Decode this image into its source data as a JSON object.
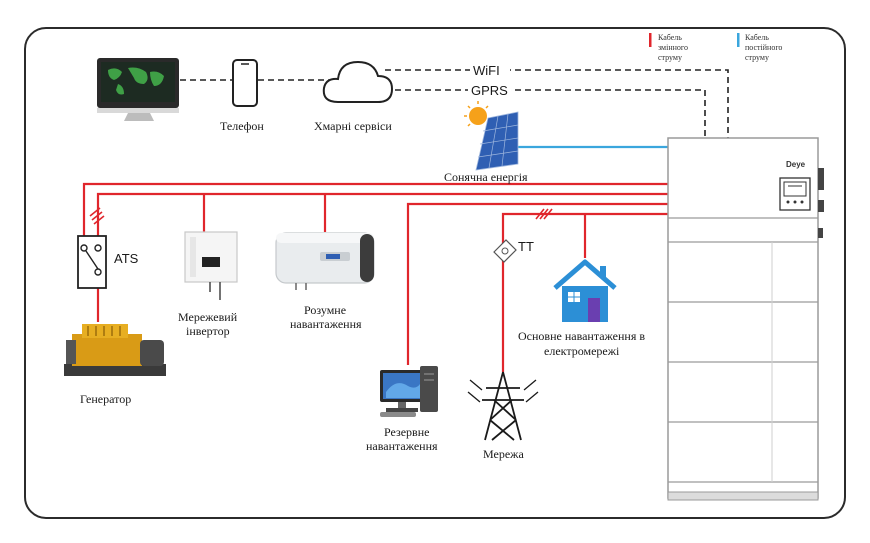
{
  "legend": {
    "ac_line1": "Кабель",
    "ac_line2": "змінного",
    "ac_line3": "струму",
    "dc_line1": "Кабель",
    "dc_line2": "постійного",
    "dc_line3": "струму",
    "ac_color": "#e0262c",
    "dc_color": "#3aa6dd"
  },
  "links": {
    "wifi": "WiFI",
    "gprs": "GPRS"
  },
  "nodes": {
    "phone": "Телефон",
    "cloud": "Хмарні сервіси",
    "solar": "Сонячна енергія",
    "ats": "ATS",
    "grid_inverter_1": "Мережевий",
    "grid_inverter_2": "інвертор",
    "smart_load_1": "Розумне",
    "smart_load_2": "навантаження",
    "generator": "Генератор",
    "backup_load_1": "Резервне",
    "backup_load_2": "навантаження",
    "ct": "TT",
    "main_load_1": "Основне навантаження в",
    "main_load_2": "електромережі",
    "grid": "Мережа",
    "inverter_brand": "Deye"
  },
  "icons": {
    "monitor": "monitor-world-map-icon",
    "phone": "smartphone-icon",
    "cloud": "cloud-icon",
    "solar": "solar-panel-icon",
    "house": "house-icon",
    "tower": "transmission-tower-icon",
    "pc": "desktop-computer-icon",
    "heater": "water-heater-icon",
    "generator": "diesel-generator-icon",
    "inverter": "grid-inverter-icon",
    "battery": "hybrid-inverter-battery-stack-icon"
  }
}
